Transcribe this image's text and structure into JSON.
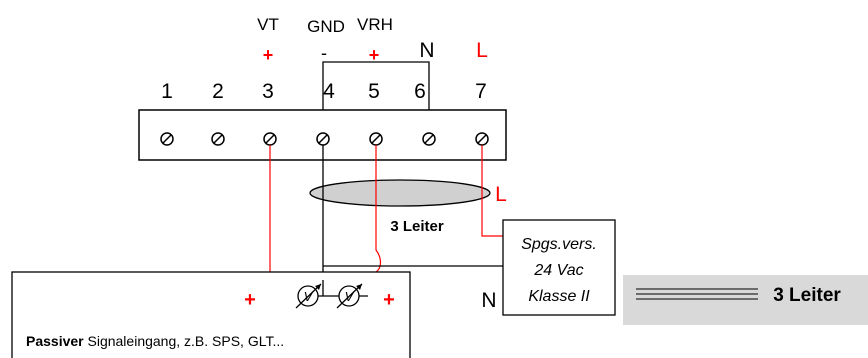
{
  "colors": {
    "line": "#000000",
    "red": "#ff0000",
    "band": "#d9d9d9",
    "ellipse": "#d0d0d0"
  },
  "labels": {
    "vt": "VT",
    "gnd": "GND",
    "vrh": "VRH",
    "plus": "+",
    "minus": "-",
    "n": "N",
    "l": "L"
  },
  "terminals": [
    "1",
    "2",
    "3",
    "4",
    "5",
    "6",
    "7"
  ],
  "cable": {
    "label": "3 Leiter"
  },
  "supply": {
    "line1": "Spgs.vers.",
    "line2": "24 Vac",
    "line3": "Klasse II"
  },
  "input": {
    "bold": "Passiver",
    "rest": " Signaleingang, z.B. SPS, GLT..."
  },
  "meter": {
    "symbol": "V"
  },
  "legend": {
    "label": "3 Leiter"
  }
}
